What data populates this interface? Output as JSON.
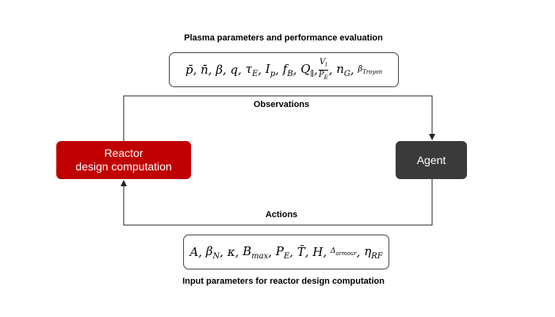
{
  "top_heading": "Plasma parameters and performance evaluation",
  "bottom_heading": "Input parameters for reactor design computation",
  "observations_label": "Observations",
  "actions_label": "Actions",
  "reactor_node": {
    "line1": "Reactor",
    "line2": "design computation",
    "color": "#c00000"
  },
  "agent_node": {
    "label": "Agent",
    "color": "#3a3a3a"
  },
  "observation_formula": {
    "p_bar": "p̄",
    "n_bar": "n̄",
    "beta": "β",
    "q": "q",
    "tau": "τ",
    "tau_sub": "E",
    "I": "I",
    "I_sub": "p",
    "f": "f",
    "f_sub": "B",
    "Q": "Q",
    "Q_sub": "∥",
    "V_num": "V",
    "V_sub": "l",
    "P_den": "P",
    "P_sub": "E",
    "n": "n",
    "n_sub": "G",
    "beta_t": "β",
    "beta_t_sub": "Troyon"
  },
  "action_formula": {
    "A": "A",
    "beta": "β",
    "beta_sub": "N",
    "kappa": "κ",
    "B": "B",
    "B_sub": "max",
    "P": "P",
    "P_sub": "E",
    "T_bar": "T̄",
    "H": "H",
    "delta": "Δ",
    "delta_sub": "armour",
    "eta": "η",
    "eta_sub": "RF"
  }
}
